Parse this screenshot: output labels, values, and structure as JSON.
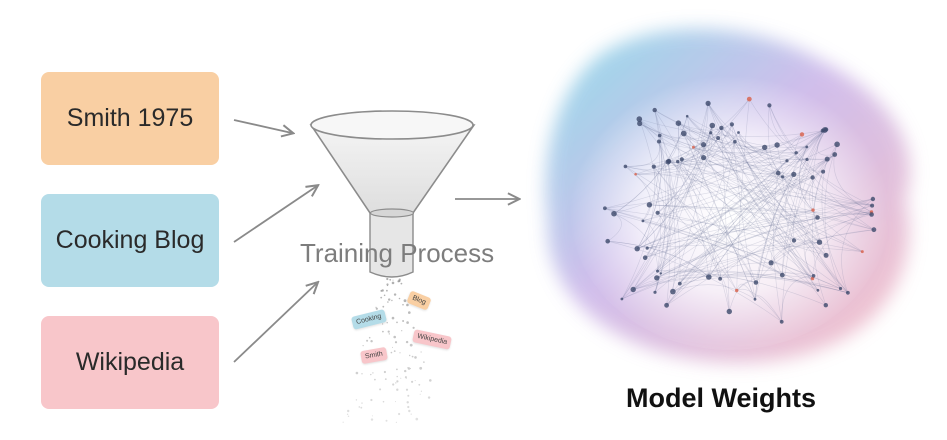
{
  "sources": [
    {
      "label": "Smith 1975",
      "color": "#f9cfa3"
    },
    {
      "label": "Cooking Blog",
      "color": "#b4dce8"
    },
    {
      "label": "Wikipedia",
      "color": "#f8c6ca"
    }
  ],
  "process": {
    "label": "Training Process"
  },
  "output": {
    "label": "Model Weights"
  },
  "fragments": [
    "Cooking",
    "Blog",
    "Smith",
    "Wikipedia"
  ],
  "colors": {
    "arrow": "#8a8a8a",
    "funnel_fill": "#ececec",
    "funnel_stroke": "#8c8c8c",
    "network_blue": "#7fd6e6",
    "network_pink": "#f5b9c0",
    "network_purple": "#c9b3e8",
    "node": "#3d4a6b",
    "node_accent": "#d9604a"
  }
}
